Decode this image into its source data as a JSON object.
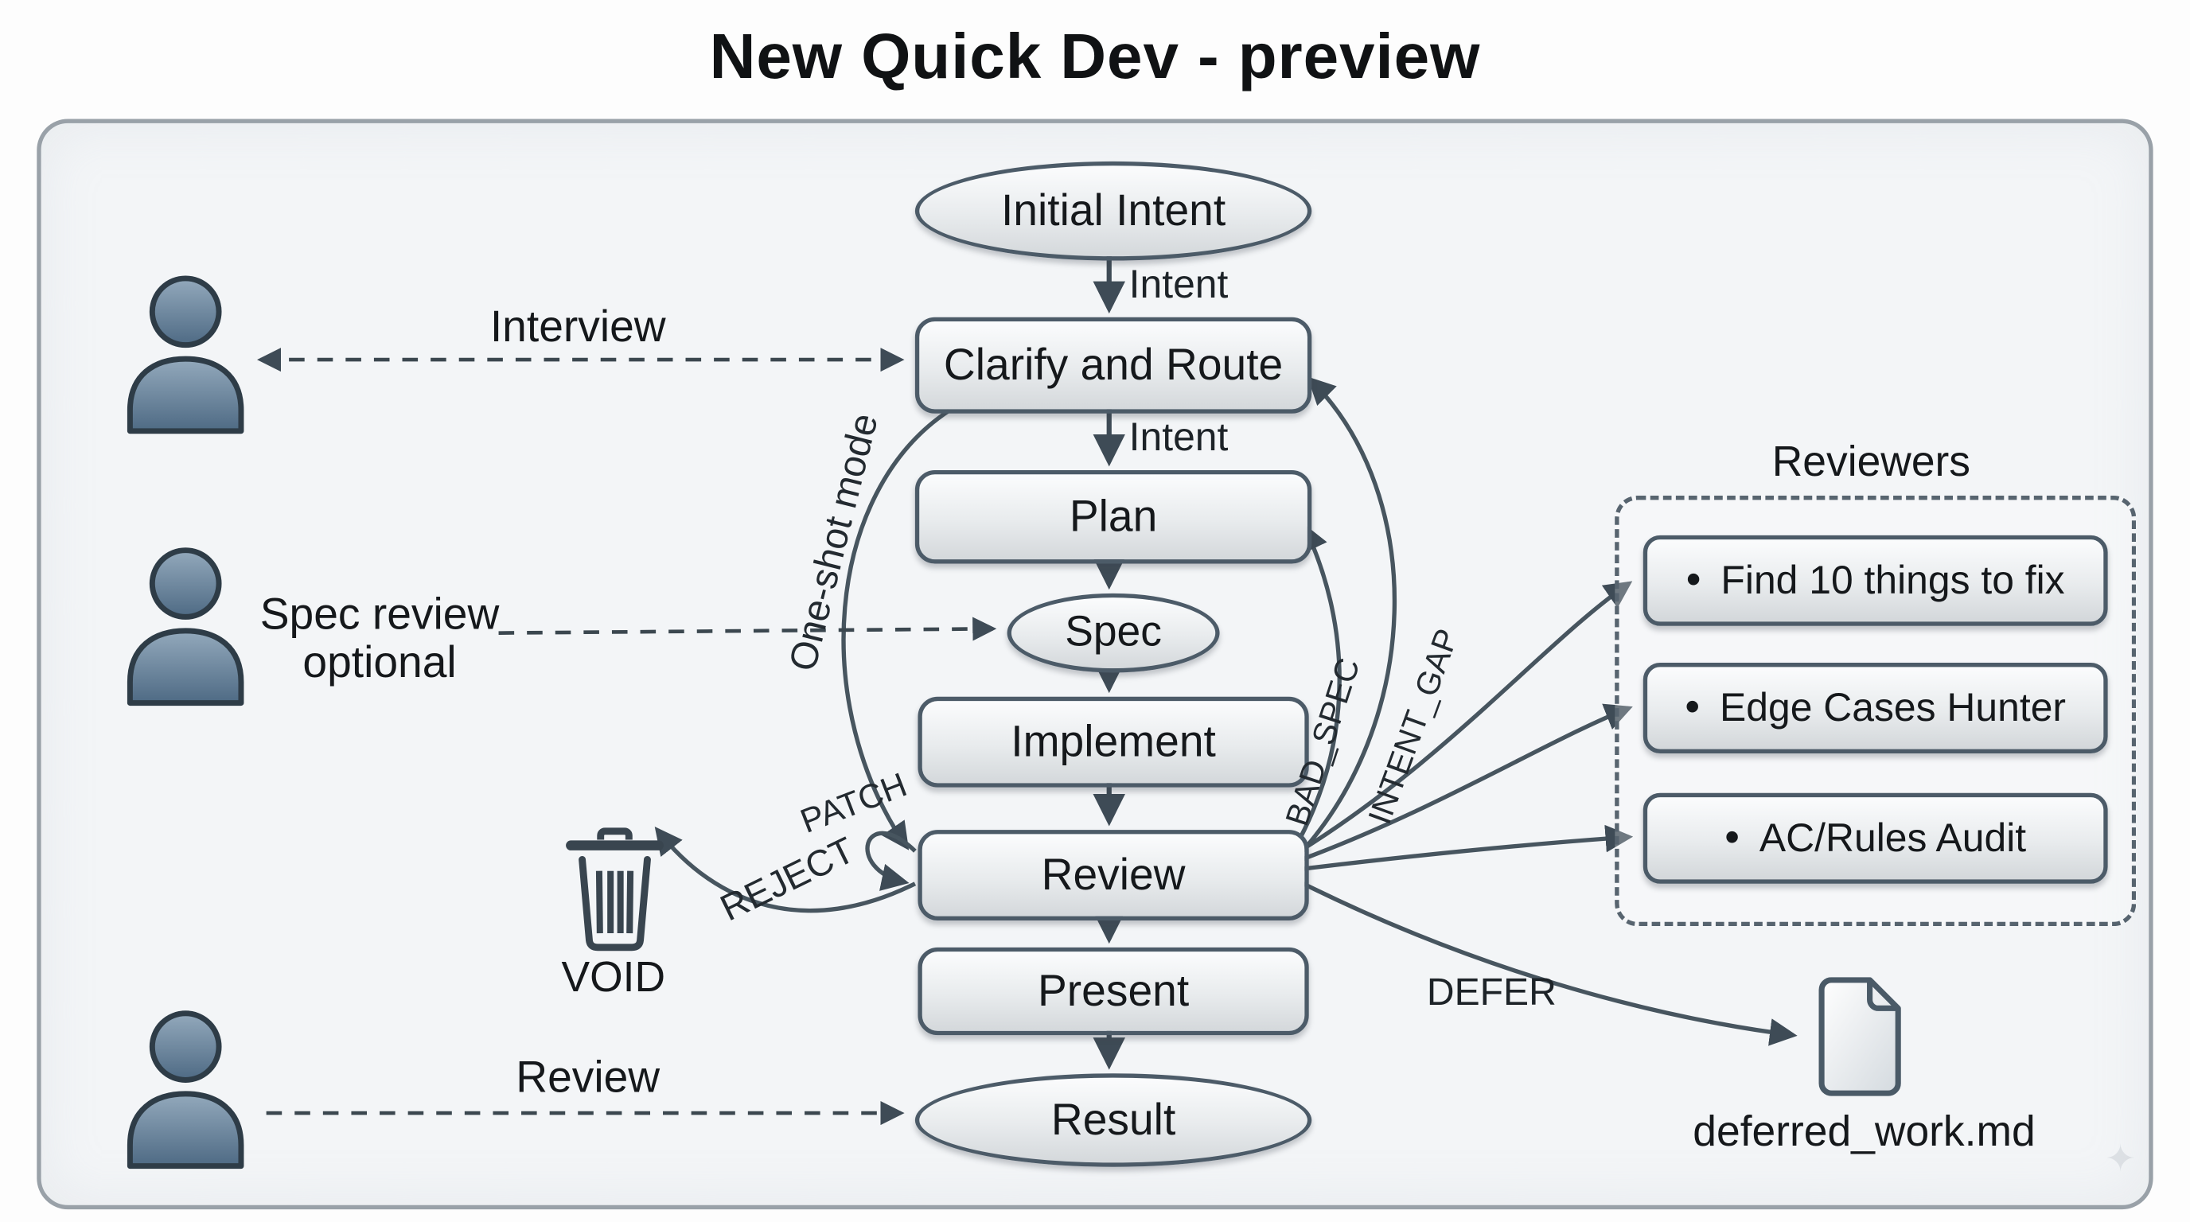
{
  "title": "New Quick Dev - preview",
  "nodes": {
    "initial_intent": "Initial Intent",
    "clarify_and_route": "Clarify and Route",
    "plan": "Plan",
    "spec": "Spec",
    "implement": "Implement",
    "review": "Review",
    "present": "Present",
    "result": "Result"
  },
  "edge_labels": {
    "intent_top": "Intent",
    "intent_mid": "Intent",
    "one_shot_mode": "One-shot mode",
    "patch": "PATCH",
    "reject": "REJECT",
    "bad_spec": "BAD_SPEC",
    "intent_gap": "INTENT_GAP",
    "defer": "DEFER"
  },
  "actors": {
    "interview_label": "Interview",
    "spec_review_line1": "Spec review",
    "spec_review_line2": "optional",
    "review_label": "Review"
  },
  "reviewers": {
    "title": "Reviewers",
    "bullet": "•",
    "items": [
      "Find 10 things to fix",
      "Edge Cases Hunter",
      "AC/Rules Audit"
    ]
  },
  "artifacts": {
    "void_label": "VOID",
    "deferred_file_label": "deferred_work.md"
  },
  "icons": {
    "person": "person silhouette",
    "trash": "trash can",
    "document": "file with folded corner"
  },
  "colors": {
    "node_border": "#4c5b68",
    "arrow": "#45535e",
    "dashed_line": "#3b474f",
    "person_fill_top": "#93a9bc",
    "person_fill_bottom": "#4e6a84",
    "canvas_bg": "#f3f5f7"
  }
}
